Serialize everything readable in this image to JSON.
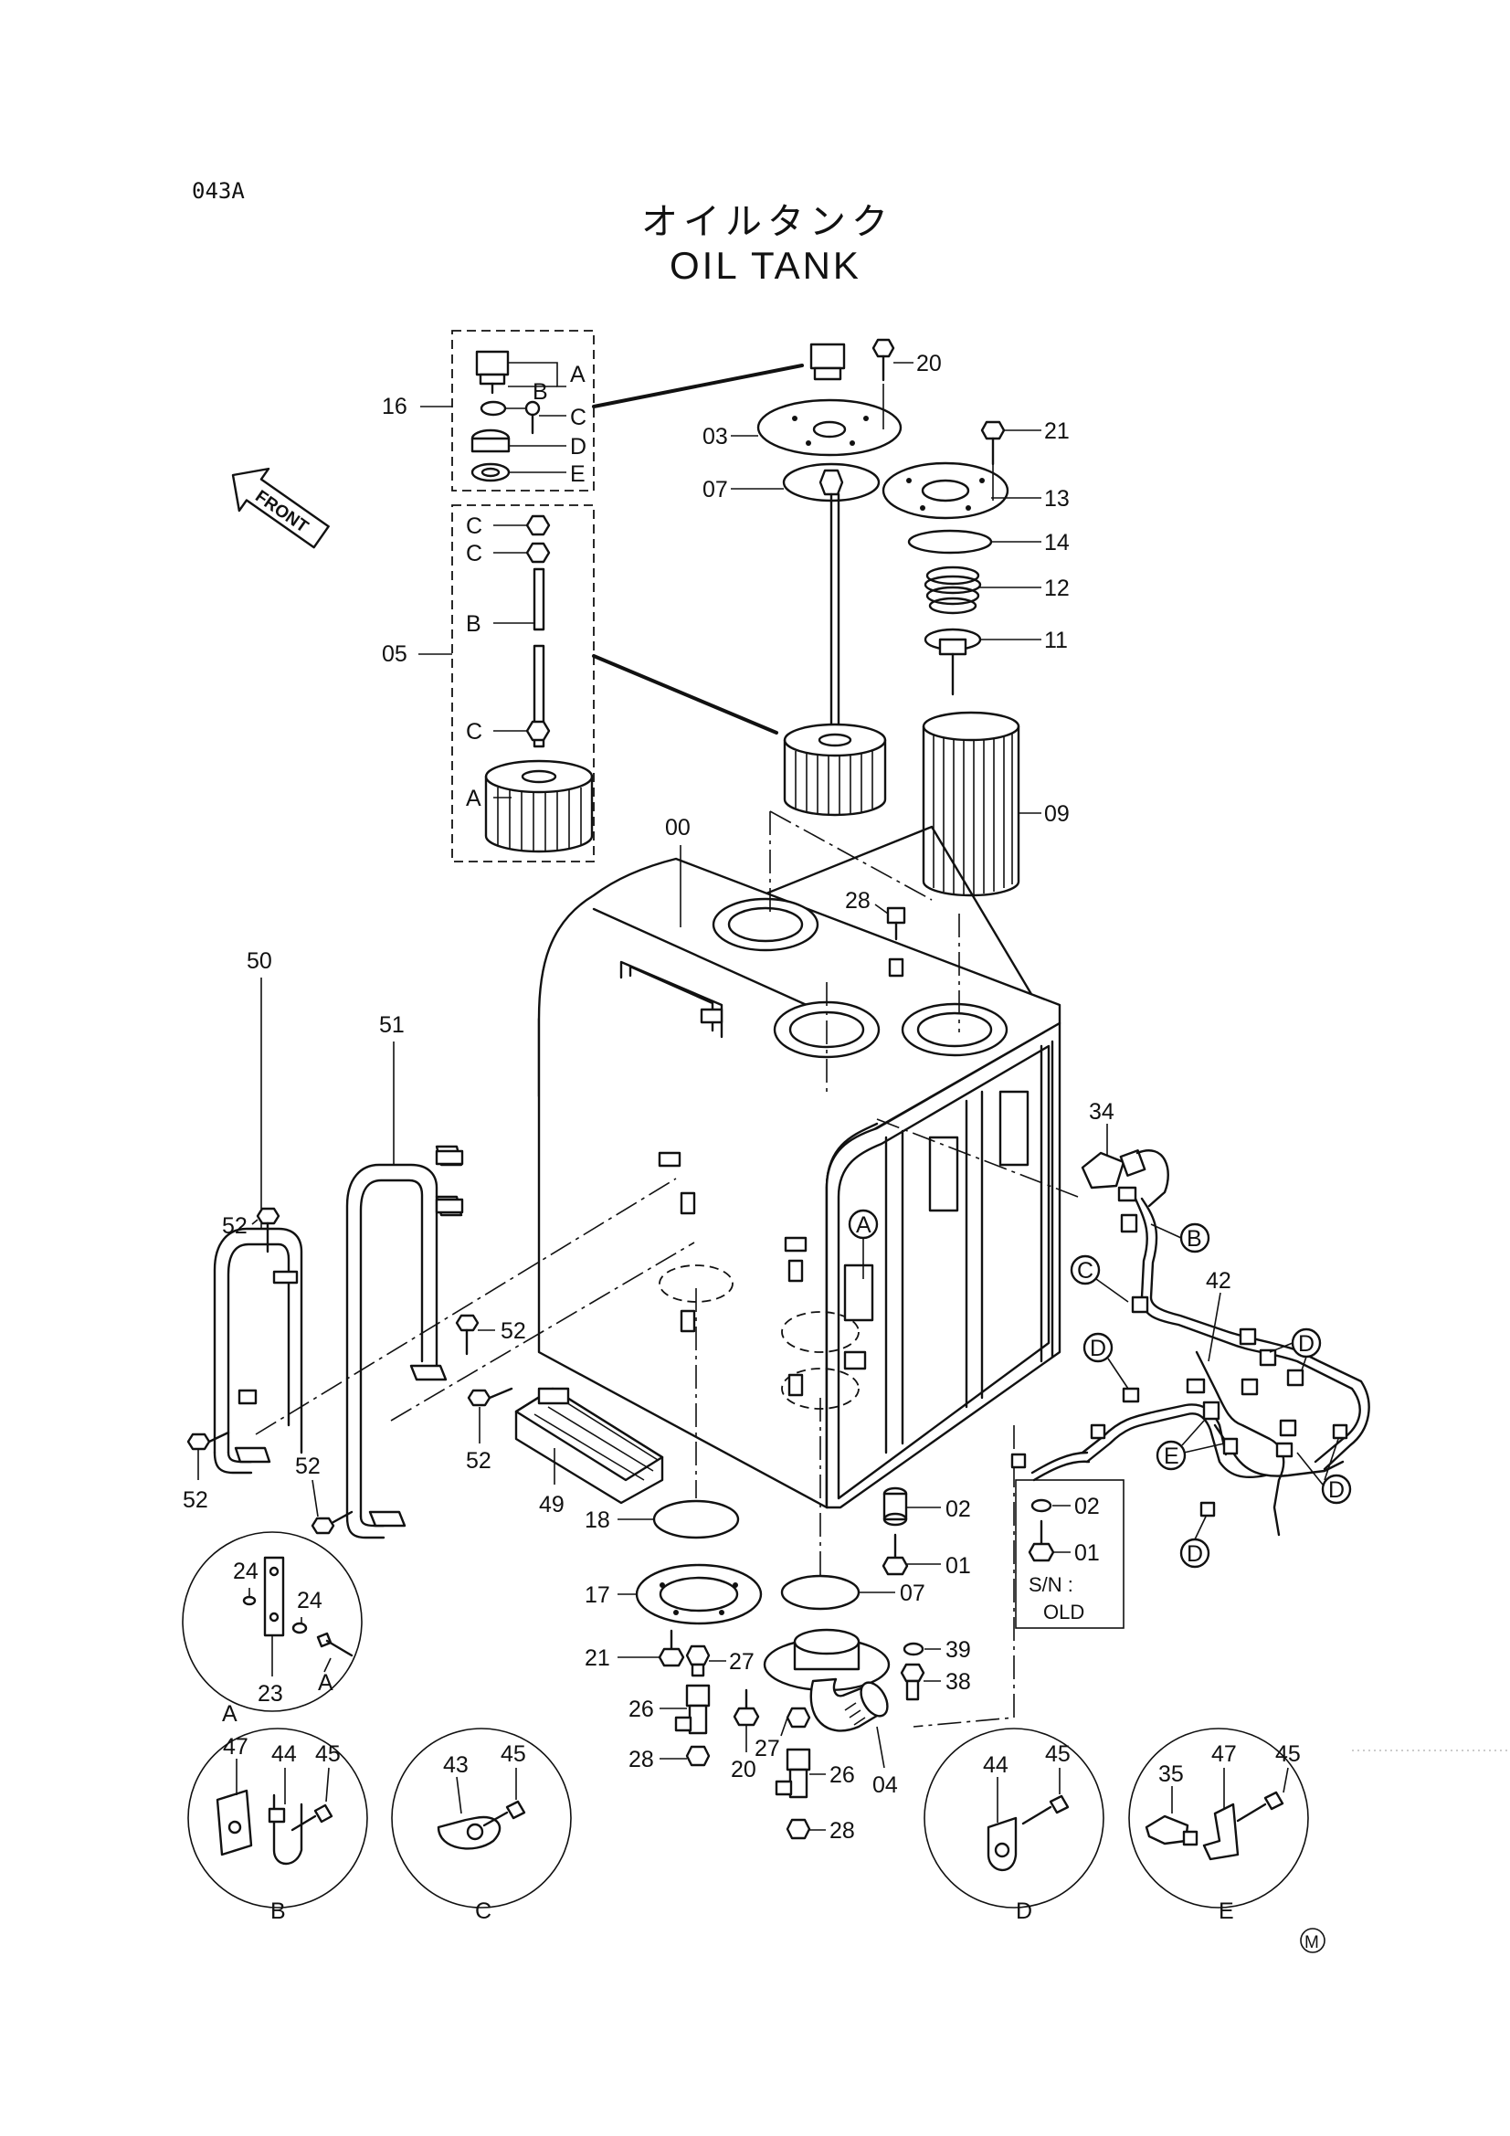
{
  "page_code": "043A",
  "title_jp": "オイルタンク",
  "title_en": "OIL TANK",
  "front_arrow_label": "FRONT",
  "maker_mark": "M",
  "part_numbers": {
    "p00": "00",
    "p01": "01",
    "p02": "02",
    "p03": "03",
    "p04": "04",
    "p05": "05",
    "p07": "07",
    "p07b": "07",
    "p09": "09",
    "p11": "11",
    "p12": "12",
    "p13": "13",
    "p14": "14",
    "p16": "16",
    "p17": "17",
    "p18": "18",
    "p20": "20",
    "p20b": "20",
    "p21": "21",
    "p21b": "21",
    "p23": "23",
    "p24a": "24",
    "p24b": "24",
    "p26": "26",
    "p26b": "26",
    "p27": "27",
    "p27b": "27",
    "p28": "28",
    "p28b": "28",
    "p28c": "28",
    "p34": "34",
    "p38": "38",
    "p39": "39",
    "p42": "42",
    "p49": "49",
    "p50": "50",
    "p51": "51",
    "p52a": "52",
    "p52b": "52",
    "p52c": "52",
    "p52d": "52",
    "p52e": "52"
  },
  "kit16": {
    "A": "A",
    "B": "B",
    "C": "C",
    "D": "D",
    "E": "E"
  },
  "kit05": {
    "C1": "C",
    "C2": "C",
    "B": "B",
    "C3": "C",
    "A": "A"
  },
  "harness_refs": {
    "B": "B",
    "C": "C",
    "D1": "D",
    "D2": "D",
    "D3": "D",
    "D4": "D",
    "E": "E"
  },
  "tank_ref": "A",
  "old_box": {
    "p02": "02",
    "p01": "01",
    "sn_label": "S/N :",
    "sn_value": "OLD"
  },
  "details": {
    "A": {
      "title": "A",
      "parts": [
        "24",
        "24",
        "23",
        "A"
      ]
    },
    "B": {
      "title": "B",
      "parts": [
        "47",
        "44",
        "45"
      ]
    },
    "C": {
      "title": "C",
      "parts": [
        "43",
        "45"
      ]
    },
    "D": {
      "title": "D",
      "parts": [
        "44",
        "45"
      ]
    },
    "E": {
      "title": "E",
      "parts": [
        "35",
        "47",
        "45"
      ]
    }
  }
}
